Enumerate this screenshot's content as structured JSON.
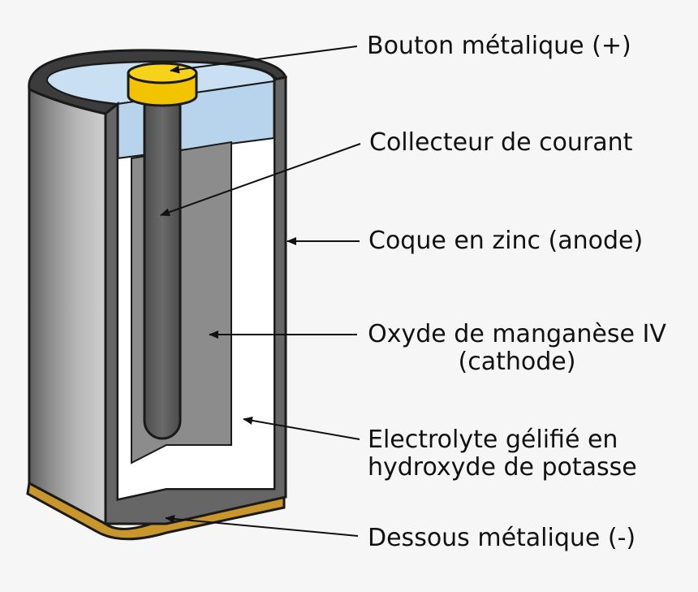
{
  "labels": {
    "bouton": "Bouton métalique (+)",
    "collecteur": "Collecteur de courant",
    "coque": "Coque en zinc (anode)",
    "oxyde_line1": "Oxyde de manganèse IV",
    "oxyde_line2": "(cathode)",
    "electrolyte_line1": "Electrolyte gélifié en",
    "electrolyte_line2": "hydroxyde de potasse",
    "dessous": "Dessous métalique (-)"
  },
  "colors": {
    "background": "#f6f6f6",
    "zinc_shell": "#666666",
    "cathode": "#8c8c8c",
    "rod": "#5a5a5a",
    "electrolyte": "#ffffff",
    "seal": "#b8d4ec",
    "button": "#f2c400",
    "bottom": "#c8962a"
  }
}
